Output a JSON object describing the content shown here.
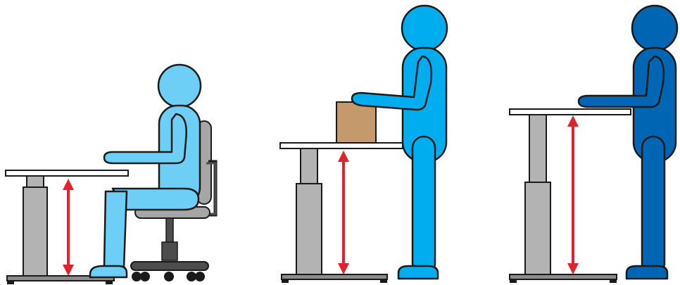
{
  "scenes": [
    {
      "posture": "sitting",
      "color": "#6DCFF6",
      "desk_height": "low"
    },
    {
      "posture": "standing-lifting-box",
      "color": "#00AEEF",
      "desk_height": "medium"
    },
    {
      "posture": "standing",
      "color": "#0066B3",
      "desk_height": "high"
    }
  ],
  "colors": {
    "outline": "#1a1a1a",
    "desk_top": "#ffffff",
    "desk_leg": "#b3b3b3",
    "desk_leg_dark": "#999999",
    "base": "#8c8c8c",
    "arrow": "#e3202c",
    "box": "#c49a6c",
    "chair": "#a6a6a6",
    "chair_dark": "#4d4d4d"
  },
  "icons": [
    "adjustable-desk-icon",
    "height-arrow-icon",
    "office-chair-icon",
    "cardboard-box-icon"
  ]
}
